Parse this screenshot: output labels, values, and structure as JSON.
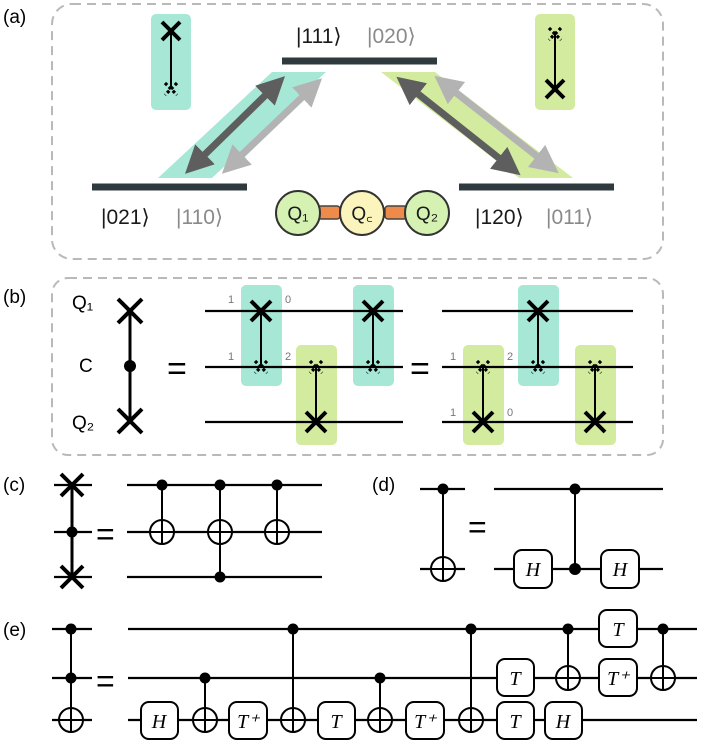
{
  "panels": {
    "a": "(a)",
    "b": "(b)",
    "c": "(c)",
    "d": "(d)",
    "e": "(e)"
  },
  "panel_a": {
    "top_state": "|111⟩",
    "top_state_alt": "|020⟩",
    "left_state": "|021⟩",
    "left_state_alt": "|110⟩",
    "right_state": "|120⟩",
    "right_state_alt": "|011⟩",
    "chain": [
      "Q₁",
      "Q꜀",
      "Q₂"
    ]
  },
  "panel_b": {
    "wire_labels": [
      "Q₁",
      "C",
      "Q₂"
    ],
    "equals": "=",
    "levels": [
      "1",
      "0",
      "1",
      "2",
      "1",
      "2",
      "1",
      "0"
    ]
  },
  "panel_c": {
    "equals": "="
  },
  "panel_d": {
    "equals": "=",
    "gates": [
      "H",
      "H"
    ]
  },
  "panel_e": {
    "equals": "=",
    "gates": [
      "H",
      "T⁺",
      "T",
      "T⁺",
      "T",
      "H",
      "T",
      "T",
      "T⁺"
    ]
  },
  "colors": {
    "cyan_highlight": "#a6e7d6",
    "green_highlight": "#d2eb9e",
    "qubit_fill": "#d6f2b3",
    "coupler_fill": "#fbf4bd",
    "coupling_link": "#ee8a4a",
    "level_line": "#2f3a3f",
    "dashed_frame": "#b9b9b9"
  }
}
